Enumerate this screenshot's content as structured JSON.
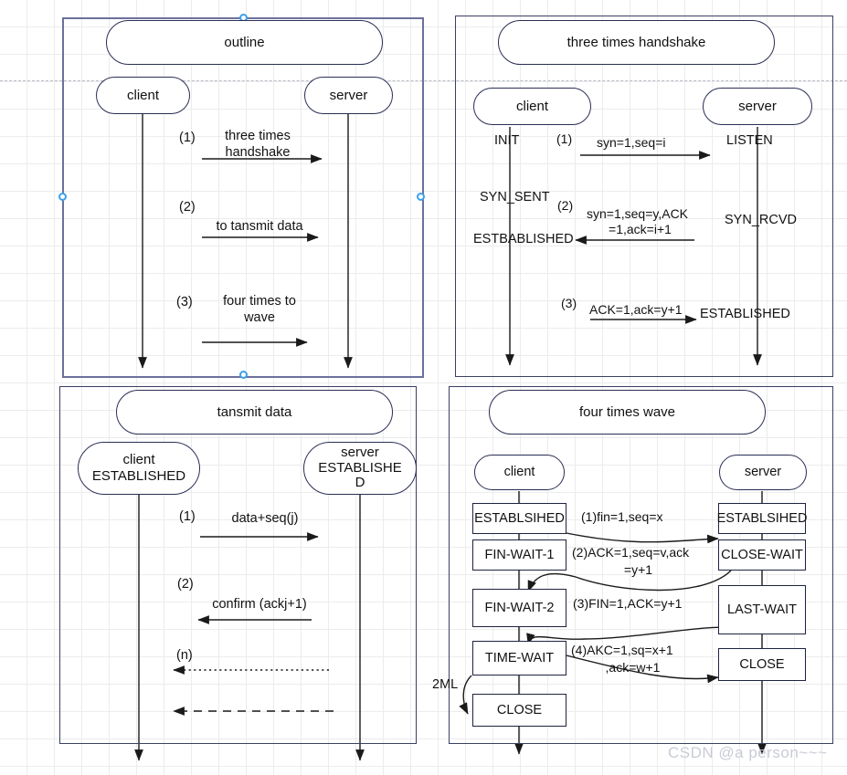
{
  "watermark": "CSDN @a person~~~",
  "panels": {
    "outline": {
      "title": "outline",
      "actors": {
        "client": "client",
        "server": "server"
      },
      "messages": [
        {
          "index": "(1)",
          "text_line1": "three times",
          "text_line2": "handshake"
        },
        {
          "index": "(2)",
          "text_line1": "to tansmit data",
          "text_line2": ""
        },
        {
          "index": "(3)",
          "text_line1": "four times to",
          "text_line2": "wave"
        }
      ]
    },
    "handshake": {
      "title": "three times handshake",
      "actors": {
        "client": "client",
        "server": "server"
      },
      "client_states": [
        "INIT",
        "SYN_SENT",
        "ESTBABLISHED"
      ],
      "server_states": [
        "LISTEN",
        "SYN_RCVD",
        "ESTABLISHED"
      ],
      "messages": [
        {
          "index": "(1)",
          "text_line1": "syn=1,seq=i",
          "text_line2": "",
          "dir": "right"
        },
        {
          "index": "(2)",
          "text_line1": "syn=1,seq=y,ACK",
          "text_line2": "=1,ack=i+1",
          "dir": "left"
        },
        {
          "index": "(3)",
          "text_line1": "ACK=1,ack=y+1",
          "text_line2": "",
          "dir": "right"
        }
      ]
    },
    "transmit": {
      "title": "tansmit data",
      "actors": {
        "client_line1": "client",
        "client_line2": "ESTABLISHED",
        "server_line1": "server",
        "server_line2": "ESTABLISHE",
        "server_line3": "D"
      },
      "messages": [
        {
          "index": "(1)",
          "text": "data+seq(j)",
          "dir": "right",
          "style": "solid"
        },
        {
          "index": "(2)",
          "text": "confirm (ackj+1)",
          "dir": "left",
          "style": "solid"
        },
        {
          "index": "(n)",
          "text": "",
          "dir": "left",
          "style": "dotted"
        },
        {
          "index": "",
          "text": "",
          "dir": "left",
          "style": "dashed"
        }
      ]
    },
    "wave": {
      "title": "four times wave",
      "actors": {
        "client": "client",
        "server": "server"
      },
      "client_states": [
        "ESTABLSIHED",
        "FIN-WAIT-1",
        "FIN-WAIT-2",
        "TIME-WAIT",
        "CLOSE"
      ],
      "server_states": [
        "ESTABLSIHED",
        "CLOSE-WAIT",
        "LAST-WAIT",
        "CLOSE"
      ],
      "timer_label": "2ML",
      "messages": [
        {
          "text_line1": "(1)fin=1,seq=x",
          "text_line2": ""
        },
        {
          "text_line1": "(2)ACK=1,seq=v,ack",
          "text_line2": "=y+1"
        },
        {
          "text_line1": "(3)FIN=1,ACK=y+1",
          "text_line2": ""
        },
        {
          "text_line1": "(4)AKC=1,sq=x+1",
          "text_line2": ",ack=w+1"
        }
      ]
    }
  },
  "colors": {
    "panel_border": "#3b3f63",
    "selected_border": "#6b719b",
    "handle": "#3ba0e8",
    "shape_border": "#2a2f55",
    "line": "#1a1a1a",
    "grid": "#ececec",
    "watermark": "#c9ccd6"
  }
}
